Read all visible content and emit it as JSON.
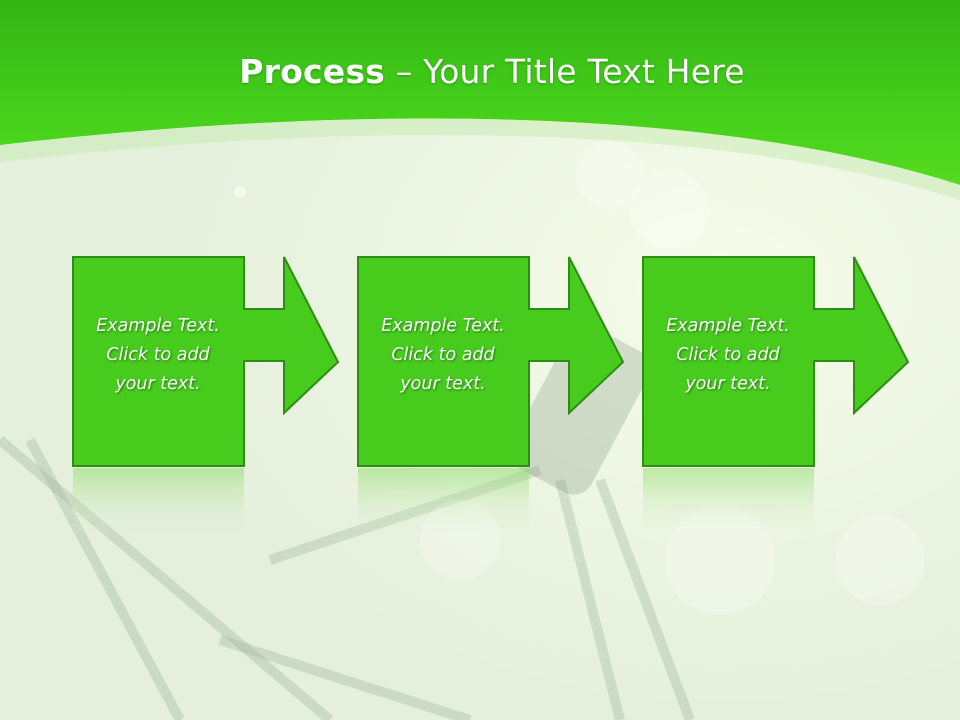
{
  "slide": {
    "title_bold": "Process",
    "title_rest": " – Your Title Text Here"
  },
  "steps": [
    {
      "line1": "Example Text.",
      "line2": "Click  to add",
      "line3": "your text."
    },
    {
      "line1": "Example Text.",
      "line2": "Click  to add",
      "line3": "your text."
    },
    {
      "line1": "Example Text.",
      "line2": "Click  to add",
      "line3": "your text."
    }
  ],
  "colors": {
    "header_green": "#3fce17",
    "box_fill": "#47cc1d",
    "box_border": "#2f8d16",
    "background": "#eaf3e3"
  }
}
